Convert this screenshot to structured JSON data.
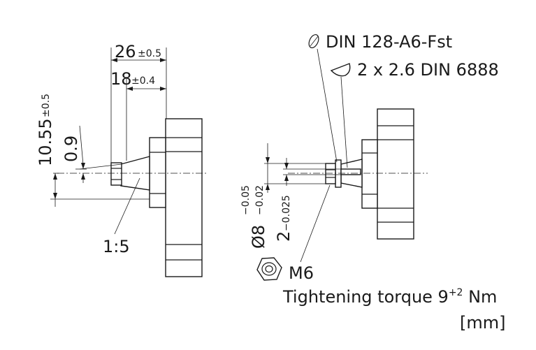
{
  "dimensions": {
    "d26": "26",
    "d26_tol": "±0.5",
    "d18": "18",
    "d18_tol": "±0.4",
    "d1055": "10.55",
    "d1055_tol": "±0.5",
    "d09": "0.9",
    "taper": "1:5",
    "dia_sym": "Ø",
    "dia_val": "8",
    "dia_tol_up": "−0.05",
    "dia_tol_lo": "−0.02",
    "key_val": "2",
    "key_tol": "−0.025"
  },
  "callouts": {
    "washer_label": "DIN 128-A6-Fst",
    "key_label": "2 x 2.6 DIN 6888",
    "nut_label": "M6",
    "torque_prefix": "Tightening torque 9",
    "torque_sup": "+2",
    "torque_unit": " Nm",
    "units": "[mm]"
  },
  "icons": {
    "washer": "spring-washer-icon",
    "key": "woodruff-key-icon",
    "nut": "hex-nut-icon"
  }
}
